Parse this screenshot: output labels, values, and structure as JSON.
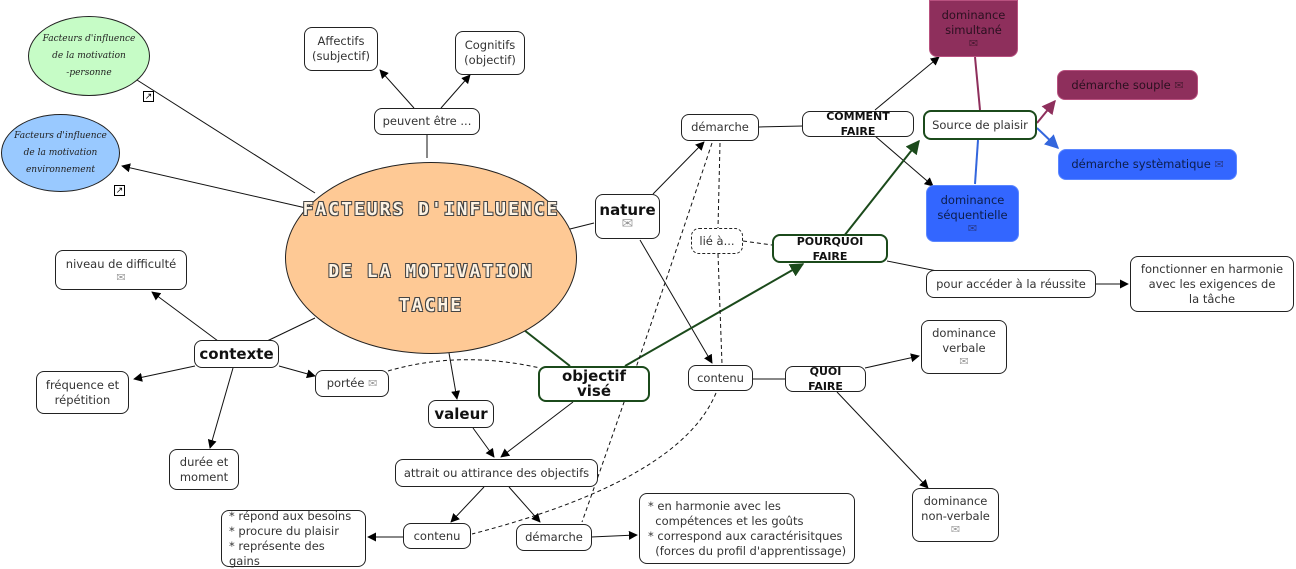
{
  "central": {
    "title_line1": "Facteurs d'influence",
    "title_line2": "de la motivation",
    "title_line3": "tache",
    "fill_color": "#fec995"
  },
  "linked_maps": [
    {
      "line1": "Facteurs d'influence",
      "line2": "de la motivation",
      "line3": "-personne",
      "fill_color": "#c6fcc6",
      "shortcut_icon": "link-arrow-icon"
    },
    {
      "line1": "Facteurs d'influence",
      "line2": "de la motivation",
      "line3": "environnement",
      "fill_color": "#99c9ff",
      "shortcut_icon": "link-arrow-icon"
    }
  ],
  "nodes": {
    "affectifs": {
      "line1": "Affectifs",
      "line2": "(subjectif)"
    },
    "cognitifs": {
      "line1": "Cognitifs",
      "line2": "(objectif)"
    },
    "peuvent_etre": "peuvent être ...",
    "niveau_difficulte": "niveau de difficulté",
    "contexte": "contexte",
    "frequence": {
      "line1": "fréquence et",
      "line2": "répétition"
    },
    "duree": {
      "line1": "durée et",
      "line2": "moment"
    },
    "portee": "portée",
    "valeur": "valeur",
    "attrait": "attrait ou attirance des objectifs",
    "contenu_left": "contenu",
    "demarche_left": "démarche",
    "besoins_list": [
      "* répond aux besoins",
      "* procure du plaisir",
      "* représente des gains"
    ],
    "harmonie_list": [
      "* en harmonie avec les",
      "  compétences et les goûts",
      "* correspond aux caractérisitques",
      "  (forces du profil d'apprentissage)"
    ],
    "nature": "nature",
    "objectif_vise": "objectif visé",
    "demarche_top": "démarche",
    "lie_a": "lié à...",
    "contenu_mid": "contenu",
    "comment_faire": "COMMENT FAIRE",
    "pourquoi_faire": "POURQUOI FAIRE",
    "quoi_faire": "QUOI FAIRE",
    "source_plaisir": "Source de plaisir",
    "dominance_simultane": {
      "line1": "dominance",
      "line2": "simultané"
    },
    "dominance_sequentielle": {
      "line1": "dominance",
      "line2": "séquentielle"
    },
    "demarche_souple": "démarche souple",
    "demarche_systematique": "démarche systèmatique",
    "pour_acceder": "pour accéder à la réussite",
    "fonctionner": {
      "line1": "fonctionner en harmonie",
      "line2": "avec les exigences de",
      "line3": "la tâche"
    },
    "dominance_verbale": {
      "line1": "dominance",
      "line2": "verbale"
    },
    "dominance_non_verbale": {
      "line1": "dominance",
      "line2": "non-verbale"
    }
  },
  "icons": {
    "annotation": "✉",
    "shortcut": "↗"
  },
  "colors": {
    "purple_node": "#8e2f5c",
    "blue_node": "#3366ff",
    "green_border": "#1b4a1b",
    "purple_link": "#8e2f5c",
    "blue_link": "#3366cc"
  }
}
